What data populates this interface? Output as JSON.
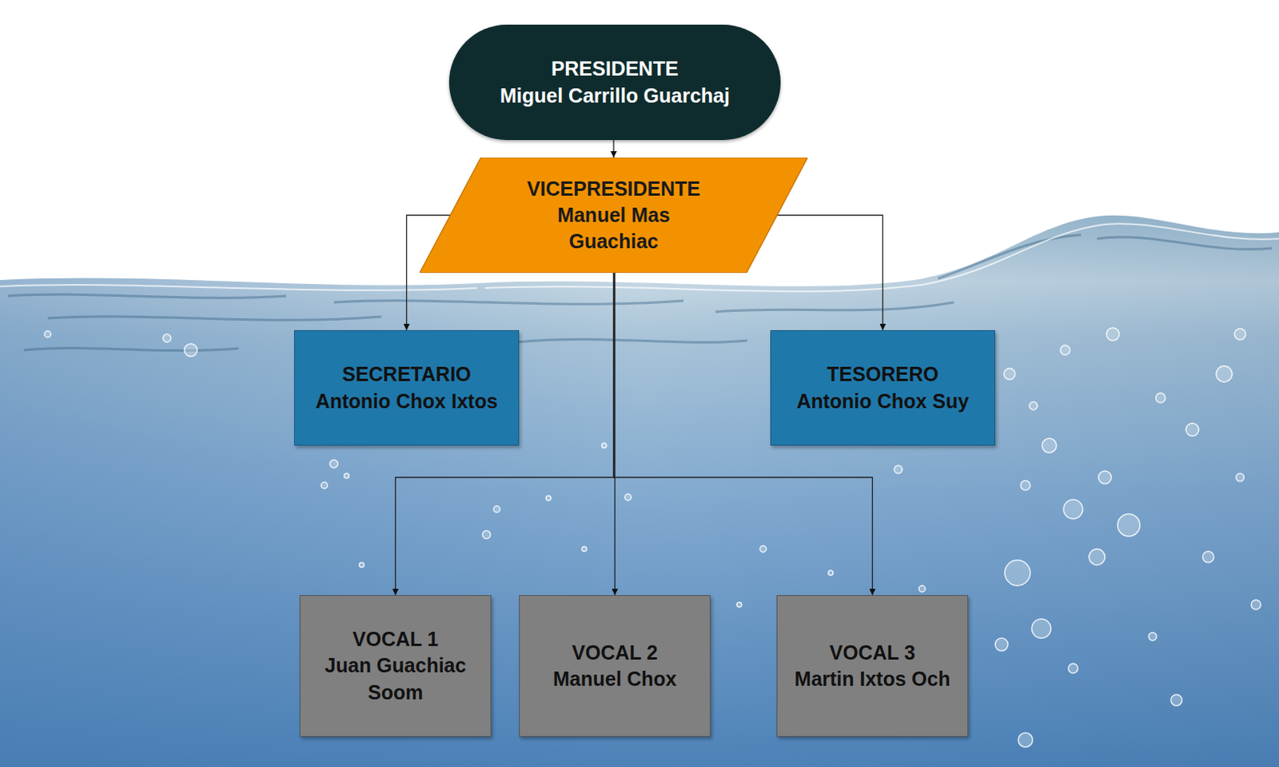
{
  "diagram": {
    "nodes": [
      {
        "text": [
          "PRESIDENTE",
          "Miguel Carrillo Guarchaj"
        ]
      },
      {
        "text": [
          "VICEPRESIDENTE",
          "Manuel Mas Guachiac"
        ]
      },
      {
        "text": [
          "SECRETARIO",
          "Antonio Chox Ixtos"
        ]
      },
      {
        "text": [
          "TESORERO",
          "Antonio Chox Suy"
        ]
      },
      {
        "text": [
          "VOCAL 1",
          "Juan Guachiac Soom"
        ]
      },
      {
        "text": [
          "VOCAL 2",
          "Manuel Chox"
        ]
      },
      {
        "text": [
          "VOCAL 3",
          "Martin Ixtos Och"
        ]
      }
    ],
    "edges": [
      {
        "from": 0,
        "to": 1,
        "arrow": "to"
      },
      {
        "from": 1,
        "to": 2,
        "arrow": "to"
      },
      {
        "from": 1,
        "to": 3,
        "arrow": "to"
      },
      {
        "from": 1,
        "to": 4,
        "arrow": "to"
      },
      {
        "from": 1,
        "to": 5,
        "arrow": "to"
      },
      {
        "from": 1,
        "to": 6,
        "arrow": "to"
      }
    ]
  }
}
